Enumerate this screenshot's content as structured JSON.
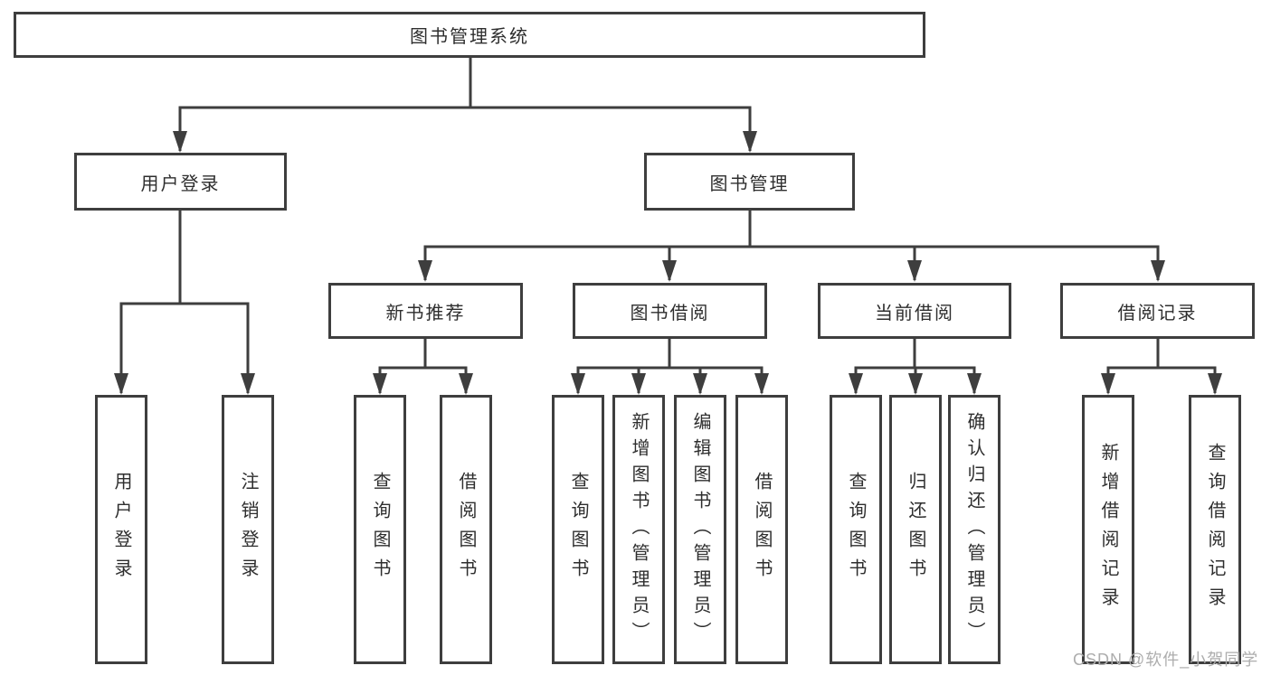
{
  "diagram": {
    "root": {
      "label": "图书管理系统"
    },
    "level2": [
      {
        "label": "用户登录"
      },
      {
        "label": "图书管理"
      }
    ],
    "level3": [
      {
        "label": "新书推荐",
        "parent": "图书管理"
      },
      {
        "label": "图书借阅",
        "parent": "图书管理"
      },
      {
        "label": "当前借阅",
        "parent": "图书管理"
      },
      {
        "label": "借阅记录",
        "parent": "图书管理"
      }
    ],
    "leaves": [
      {
        "group": "用户登录",
        "label": "用户登录"
      },
      {
        "group": "用户登录",
        "label": "注销登录"
      },
      {
        "group": "新书推荐",
        "label": "查询图书"
      },
      {
        "group": "新书推荐",
        "label": "借阅图书"
      },
      {
        "group": "图书借阅",
        "label": "查询图书"
      },
      {
        "group": "图书借阅",
        "label": "新增图书（管理员）"
      },
      {
        "group": "图书借阅",
        "label": "编辑图书（管理员）"
      },
      {
        "group": "图书借阅",
        "label": "借阅图书"
      },
      {
        "group": "当前借阅",
        "label": "查询图书"
      },
      {
        "group": "当前借阅",
        "label": "归还图书"
      },
      {
        "group": "当前借阅",
        "label": "确认归还（管理员）"
      },
      {
        "group": "借阅记录",
        "label": "新增借阅记录"
      },
      {
        "group": "借阅记录",
        "label": "查询借阅记录"
      }
    ]
  },
  "watermark": {
    "text": "CSDN @软件_小贺同学",
    "color": "#adadad"
  },
  "colors": {
    "line": "#3e3e3e",
    "box_border": "#3e3e3e",
    "text": "#2e2e2e",
    "background": "#ffffff"
  }
}
